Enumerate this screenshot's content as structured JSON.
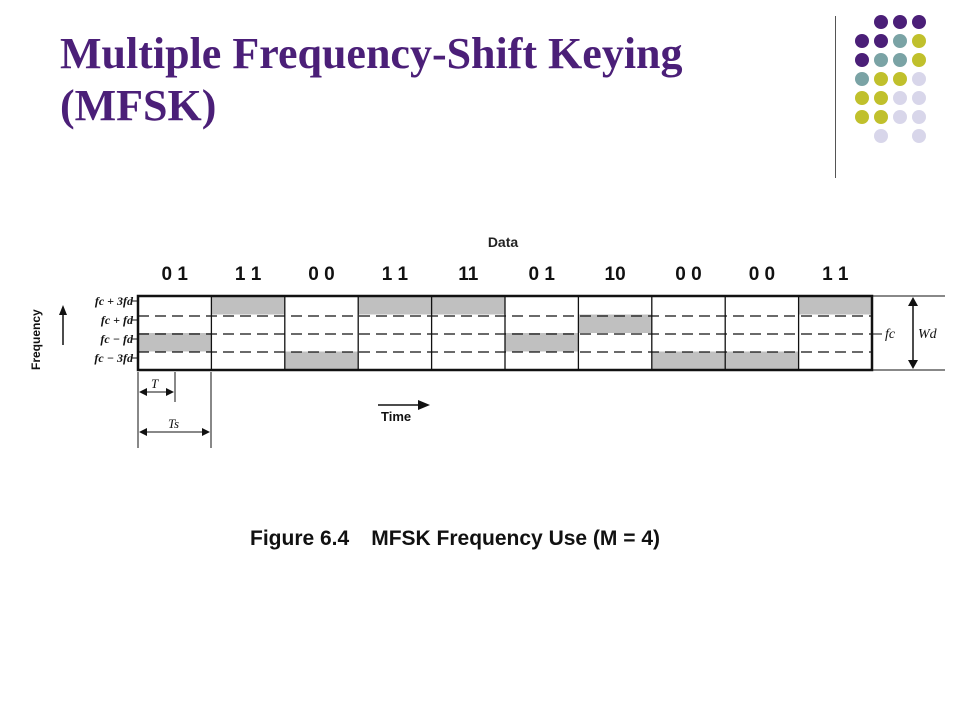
{
  "slide": {
    "title_line1": "Multiple Frequency-Shift Keying",
    "title_line2": "(MFSK)"
  },
  "figure": {
    "data_label": "Data",
    "bits": [
      "0 1",
      "1 1",
      "0 0",
      "1 1",
      "11",
      "0 1",
      "10",
      "0 0",
      "0 0",
      "1 1"
    ],
    "frequency_rows": [
      {
        "label": "fc + 3fd",
        "symbol": "11"
      },
      {
        "label": "fc + fd",
        "symbol": "10"
      },
      {
        "label": "fc − fd",
        "symbol": "01"
      },
      {
        "label": "fc − 3fd",
        "symbol": "00"
      }
    ],
    "frequency_axis_label": "Frequency",
    "time_label": "Time",
    "center_label": "fc",
    "bandwidth_label": "Wd",
    "symbol_period_label": "Ts",
    "bit_period_label": "T",
    "shade_color": "#c0c0c0"
  },
  "caption": {
    "figure_number": "Figure 6.4",
    "text": "MFSK Frequency Use (M = 4)"
  },
  "decor": {
    "colors": [
      "#4b1f78",
      "#7aa3a5",
      "#c0c02c",
      "#d8d6ea"
    ]
  }
}
